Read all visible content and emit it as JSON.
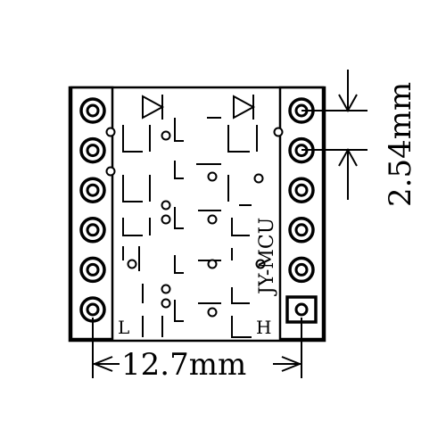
{
  "labels": {
    "left_marker": "L",
    "right_marker": "H",
    "brand": "JY-MCU",
    "pitch_dimension": "2.54mm",
    "width_dimension": "12.7mm"
  },
  "pins": {
    "left_header_count": 6,
    "right_header_count": 6,
    "right_header_square_pin": 6
  },
  "colors": {
    "ink": "#000000",
    "background": "#ffffff"
  }
}
